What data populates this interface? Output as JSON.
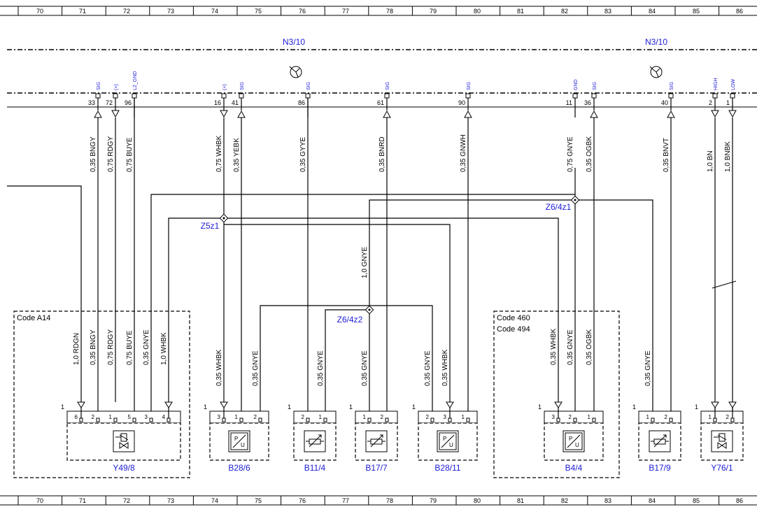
{
  "grid_numbers": [
    "70",
    "71",
    "72",
    "73",
    "74",
    "75",
    "76",
    "77",
    "78",
    "79",
    "80",
    "81",
    "82",
    "83",
    "84",
    "85",
    "86"
  ],
  "modules": {
    "left_label": "N3/10",
    "right_label": "N3/10"
  },
  "pins": [
    {
      "num": "33",
      "sig": "SIG",
      "wire": "0,35 BNGY",
      "dir": "up"
    },
    {
      "num": "72",
      "sig": "(+)",
      "wire": "0,75 RDGY",
      "dir": "down"
    },
    {
      "num": "96",
      "sig": "L2_GND",
      "wire": "0,75 BUYE",
      "dir": "none"
    },
    {
      "num": "16",
      "sig": "(+)",
      "wire": "0,75 WHBK",
      "dir": "down"
    },
    {
      "num": "41",
      "sig": "SIG",
      "wire": "0,35 YEBK",
      "dir": "up"
    },
    {
      "num": "86",
      "sig": "SIG",
      "wire": "0,35 GYYE",
      "dir": "none"
    },
    {
      "num": "61",
      "sig": "SIG",
      "wire": "0,35 BNRD",
      "dir": "up"
    },
    {
      "num": "90",
      "sig": "SIG",
      "wire": "0,35 GNWH",
      "dir": "up"
    },
    {
      "num": "11",
      "sig": "GND",
      "wire": "0,75 GNYE",
      "dir": "none"
    },
    {
      "num": "36",
      "sig": "SIG",
      "wire": "0,35 OGBK",
      "dir": "up"
    },
    {
      "num": "40",
      "sig": "SIG",
      "wire": "0,35 BNVT",
      "dir": "up"
    },
    {
      "num": "2",
      "sig": "HIGH",
      "wire": "1,0 BN",
      "dir": "down"
    },
    {
      "num": "1",
      "sig": "LOW",
      "wire": "1,0 BNBK",
      "dir": "down"
    }
  ],
  "junctions": {
    "z5": "Z5z1",
    "z6_1": "Z6/4z1",
    "z6_2": "Z6/4z2"
  },
  "wires": {
    "trunk_gnye": "1,0 GNYE",
    "y49_rdgn": "1,0 RDGN",
    "y49_bngy": "0,35 BNGY",
    "y49_rdgy": "0,75 RDGY",
    "y49_buye": "0,75 BUYE",
    "y49_gnye": "0,35 GNYE",
    "y49_whbk": "1,0 WHBK",
    "b286_whbk": "0,35 WHBK",
    "b286_gnye": "0,35 GNYE",
    "b114_gnye": "0,35 GNYE",
    "b177_gnye": "0,35 GNYE",
    "b2811_gnye": "0,35 GNYE",
    "b2811_whbk": "0,35 WHBK",
    "b44_whbk": "0,35 WHBK",
    "b44_gnye": "0,35 GNYE",
    "b44_ogbk": "0,35 OGBK",
    "b179_gnye": "0,35 GNYE"
  },
  "codes": {
    "a14": "Code A14",
    "c460": "Code 460",
    "c494": "Code 494"
  },
  "components": [
    {
      "id": "Y49/8",
      "type": "valve"
    },
    {
      "id": "B28/6",
      "type": "pressure"
    },
    {
      "id": "B11/4",
      "type": "temp"
    },
    {
      "id": "B17/7",
      "type": "temp"
    },
    {
      "id": "B28/11",
      "type": "pressure"
    },
    {
      "id": "B4/4",
      "type": "pressure"
    },
    {
      "id": "B17/9",
      "type": "temp"
    },
    {
      "id": "Y76/1",
      "type": "valve"
    }
  ],
  "connector_pins": {
    "y49": [
      "6",
      "2",
      "1",
      "5",
      "3",
      "4"
    ],
    "b286": [
      "3",
      "1",
      "2"
    ],
    "b114": [
      "2",
      "1"
    ],
    "b177": [
      "1",
      "2"
    ],
    "b2811": [
      "2",
      "3",
      "1"
    ],
    "b44": [
      "3",
      "2",
      "1"
    ],
    "b179": [
      "1",
      "2"
    ],
    "y761": [
      "1",
      "2"
    ]
  },
  "connector_markers": [
    "1",
    "1",
    "1",
    "1",
    "1"
  ],
  "icons": [
    "fan-symbol-icon",
    "pressure-sensor-icon",
    "temperature-sensor-icon",
    "solenoid-valve-icon"
  ]
}
